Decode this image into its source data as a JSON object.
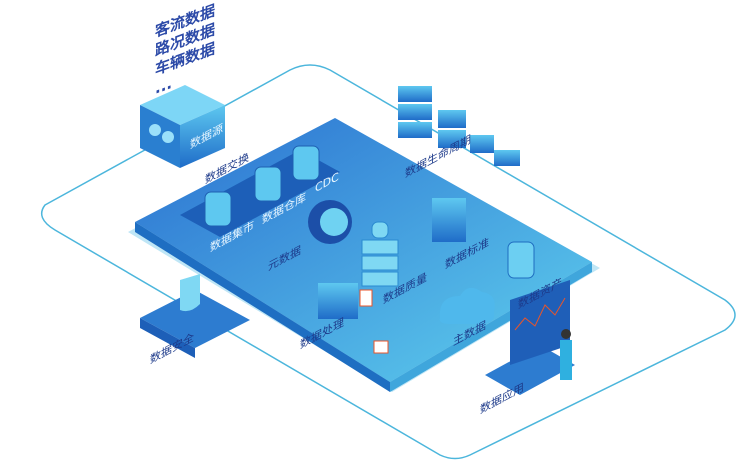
{
  "sources": [
    "客流数据",
    "路况数据",
    "车辆数据",
    "..."
  ],
  "labels": {
    "data_source": "数据源",
    "data_exchange": "数据交换",
    "data_mart": "数据集市",
    "data_warehouse": "数据仓库",
    "cdc": "CDC",
    "metadata": "元数据",
    "data_quality": "数据质量",
    "data_standard": "数据标准",
    "data_asset": "数据资产",
    "master_data": "主数据",
    "data_processing": "数据处理",
    "data_lifecycle": "数据生命周期",
    "data_security": "数据安全",
    "data_application": "数据应用"
  },
  "colors": {
    "loop": "#3ab0d8",
    "platform": "#2f8fd8",
    "platform_light": "#5cc3ea",
    "accent": "#e8552b"
  }
}
